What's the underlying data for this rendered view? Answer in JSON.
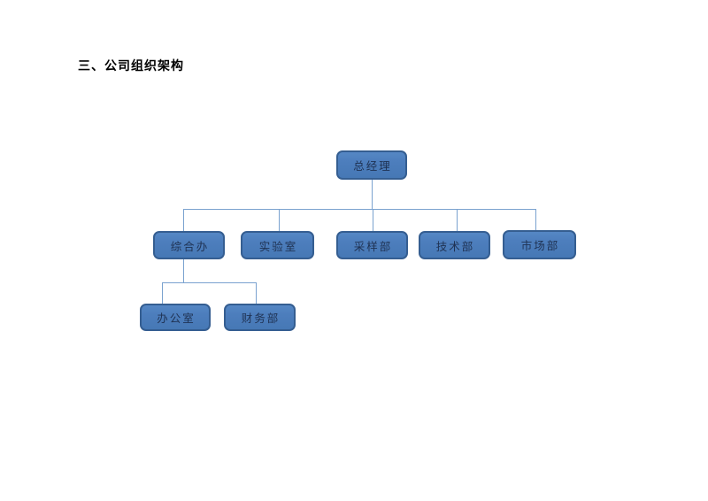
{
  "page": {
    "heading": "三、公司组织架构"
  },
  "chart": {
    "type": "org-chart",
    "colors": {
      "page_bg": "#ffffff",
      "node_fill": "#4d7ebd",
      "node_border": "#355e91",
      "node_text": "#1f3253",
      "connector": "#7aa2cf",
      "heading_color": "#000000"
    },
    "nodes": [
      {
        "label": "总经理",
        "level": 1,
        "parent": null
      },
      {
        "label": "综合办",
        "level": 2,
        "parent": "总经理"
      },
      {
        "label": "实验室",
        "level": 2,
        "parent": "总经理"
      },
      {
        "label": "采样部",
        "level": 2,
        "parent": "总经理"
      },
      {
        "label": "技术部",
        "level": 2,
        "parent": "总经理"
      },
      {
        "label": "市场部",
        "level": 2,
        "parent": "总经理"
      },
      {
        "label": "办公室",
        "level": 3,
        "parent": "综合办"
      },
      {
        "label": "财务部",
        "level": 3,
        "parent": "综合办"
      }
    ]
  }
}
